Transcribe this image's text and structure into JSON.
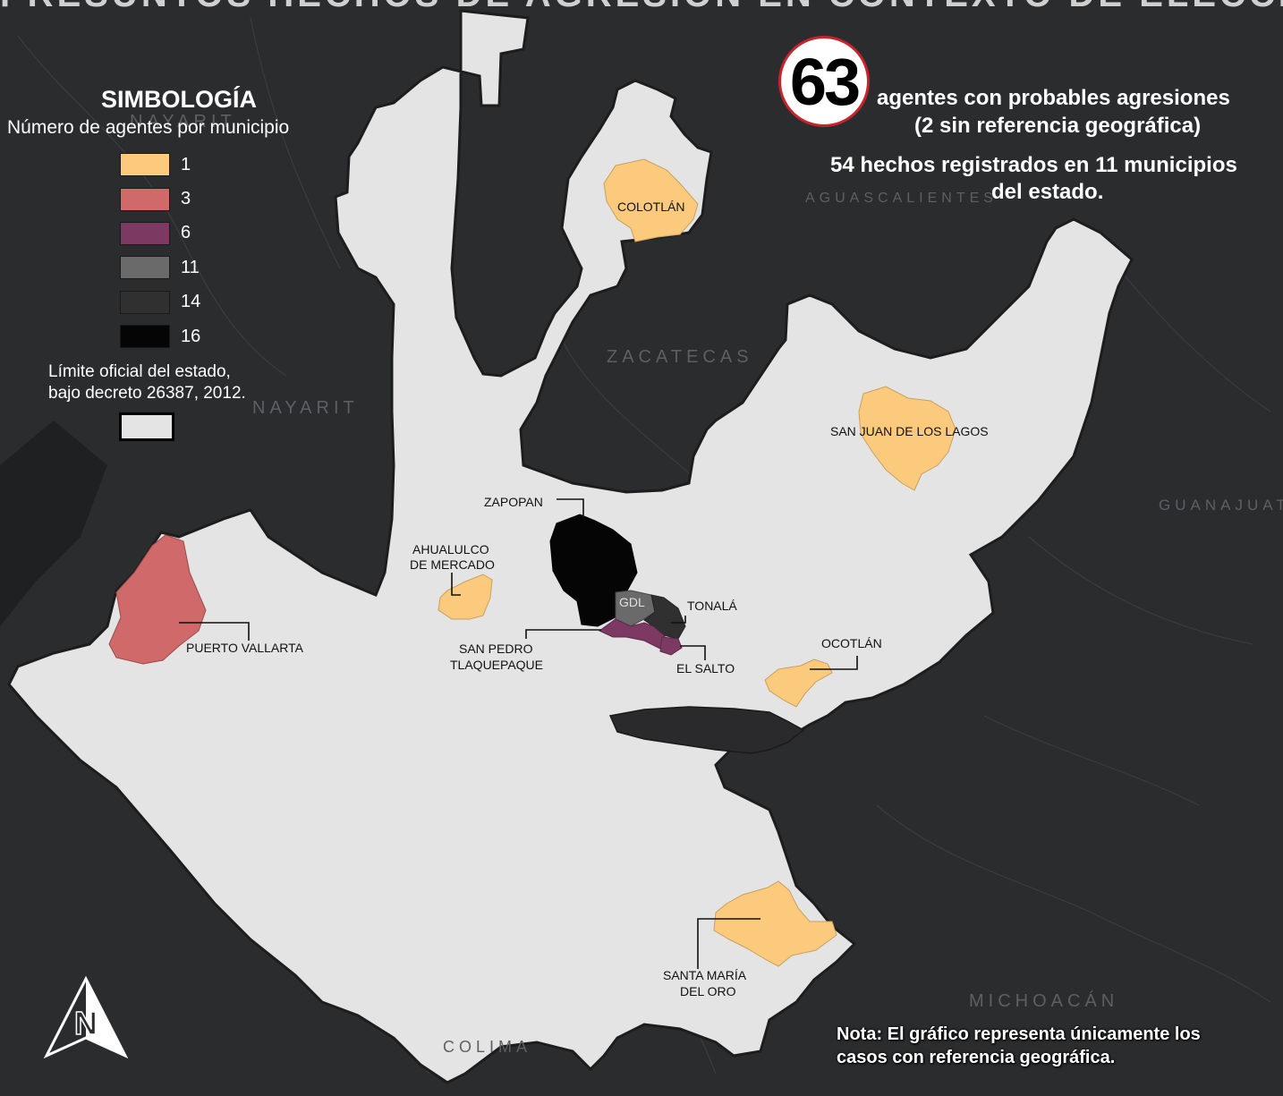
{
  "title": "PRESUNTOS HECHOS DE AGRESIÓN EN CONTEXTO DE ELECCIONES",
  "legend": {
    "title": "SIMBOLOGÍA",
    "subtitle": "Número de agentes por municipio",
    "items": [
      {
        "value": "1",
        "color": "#fcca7c"
      },
      {
        "value": "3",
        "color": "#d06a6a"
      },
      {
        "value": "6",
        "color": "#7c3a62"
      },
      {
        "value": "11",
        "color": "#6a6a6a"
      },
      {
        "value": "14",
        "color": "#303030"
      },
      {
        "value": "16",
        "color": "#050505"
      }
    ],
    "boundary_line1": "Límite oficial del estado,",
    "boundary_line2": "bajo decreto 26387, 2012.",
    "boundary_color": "#e4e4e4"
  },
  "stats": {
    "agents_count": "63",
    "agents_text": "agentes con probables agresiones",
    "no_geo_text": "(2 sin referencia geográfica)",
    "events_text": "54 hechos registrados en 11 municipios",
    "events_text2": "del estado."
  },
  "context_labels": {
    "nayarit_top": "NAYARIT",
    "nayarit": "NAYARIT",
    "aguascalientes": "AGUASCALIENTES",
    "zacatecas": "ZACATECAS",
    "guanajuato": "GUANAJUATO",
    "michoacan": "MICHOACÁN",
    "colima": "COLIMA"
  },
  "municipalities": {
    "colotlan": "COLOTLÁN",
    "san_juan_de_los_lagos": "SAN JUAN DE LOS LAGOS",
    "zapopan": "ZAPOPAN",
    "ahualulco_1": "AHUALULCO",
    "ahualulco_2": "DE MERCADO",
    "gdl": "GDL",
    "tonala": "TONALÁ",
    "puerto_vallarta": "PUERTO VALLARTA",
    "tlaquepaque_1": "SAN PEDRO",
    "tlaquepaque_2": "TLAQUEPAQUE",
    "el_salto": "EL SALTO",
    "ocotlan": "OCOTLÁN",
    "santa_maria_1": "SANTA MARÍA",
    "santa_maria_2": "DEL ORO"
  },
  "note": {
    "line1": "Nota: El gráfico representa únicamente los",
    "line2": "casos con referencia geográfica."
  },
  "north_arrow": {
    "letter": "N",
    "icon": "north-arrow-icon"
  },
  "colors": {
    "background": "#2b2c2e",
    "state": "#e4e4e4",
    "lake": "#2a2a2c",
    "accent": "#c8232c"
  }
}
